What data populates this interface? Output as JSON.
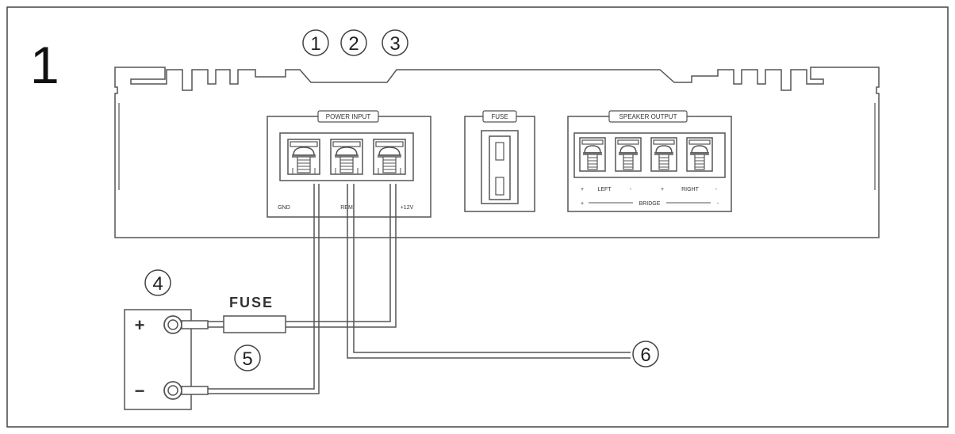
{
  "figure_number": "1",
  "callouts": [
    "1",
    "2",
    "3",
    "4",
    "5",
    "6"
  ],
  "amplifier": {
    "power_input": {
      "header": "POWER INPUT",
      "terminal_labels": [
        "GND",
        "REM",
        "+12V"
      ]
    },
    "fuse": {
      "header": "FUSE"
    },
    "speaker_output": {
      "header": "SPEAKER OUTPUT",
      "channel_labels": [
        "LEFT",
        "RIGHT"
      ],
      "polarity_marks": [
        "+",
        "-",
        "+",
        "-"
      ],
      "bridge_label": "BRIDGE",
      "bridge_marks": [
        "+",
        "-"
      ]
    }
  },
  "battery": {
    "positive": "+",
    "negative": "−"
  },
  "inline_fuse_label": "FUSE",
  "colors": {
    "line": "#555555",
    "frame": "#444444",
    "background": "#ffffff"
  }
}
